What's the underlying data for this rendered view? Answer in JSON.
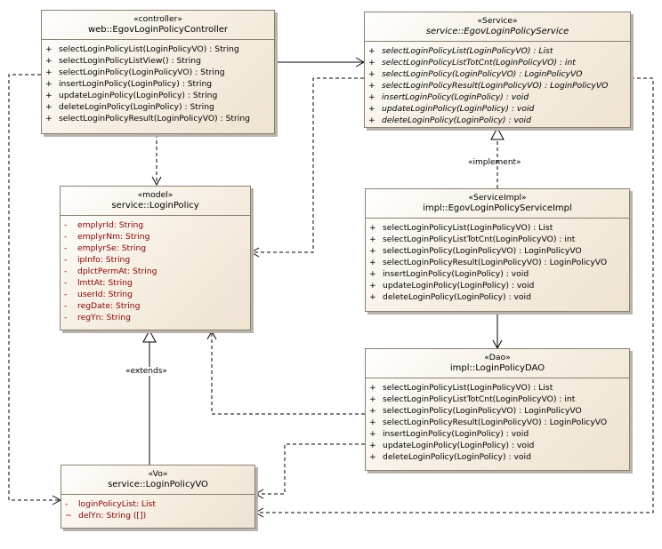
{
  "controller": {
    "stereotype": "«controller»",
    "name": "web::EgovLoginPolicyController",
    "operations": [
      {
        "vis": "+",
        "text": "selectLoginPolicyList(LoginPolicyVO) : String"
      },
      {
        "vis": "+",
        "text": "selectLoginPolicyListView() : String"
      },
      {
        "vis": "+",
        "text": "selectLoginPolicy(LoginPolicyVO) : String"
      },
      {
        "vis": "+",
        "text": "insertLoginPolicy(LoginPolicy) : String"
      },
      {
        "vis": "+",
        "text": "updateLoginPolicy(LoginPolicy) : String"
      },
      {
        "vis": "+",
        "text": "deleteLoginPolicy(LoginPolicy) : String"
      },
      {
        "vis": "+",
        "text": "selectLoginPolicyResult(LoginPolicyVO) : String"
      }
    ]
  },
  "service": {
    "stereotype": "«Service»",
    "name": "service::EgovLoginPolicyService",
    "operations": [
      {
        "vis": "+",
        "text": "selectLoginPolicyList(LoginPolicyVO) : List"
      },
      {
        "vis": "+",
        "text": "selectLoginPolicyListTotCnt(LoginPolicyVO) : int"
      },
      {
        "vis": "+",
        "text": "selectLoginPolicy(LoginPolicyVO) : LoginPolicyVO"
      },
      {
        "vis": "+",
        "text": "selectLoginPolicyResult(LoginPolicyVO) : LoginPolicyVO"
      },
      {
        "vis": "+",
        "text": "insertLoginPolicy(LoginPolicy) : void"
      },
      {
        "vis": "+",
        "text": "updateLoginPolicy(LoginPolicy) : void"
      },
      {
        "vis": "+",
        "text": "deleteLoginPolicy(LoginPolicy) : void"
      }
    ]
  },
  "model": {
    "stereotype": "«model»",
    "name": "service::LoginPolicy",
    "attributes": [
      {
        "vis": "-",
        "text": "emplyrId:  String"
      },
      {
        "vis": "-",
        "text": "emplyrNm:  String"
      },
      {
        "vis": "-",
        "text": "emplyrSe:  String"
      },
      {
        "vis": "-",
        "text": "ipInfo:  String"
      },
      {
        "vis": "-",
        "text": "dplctPermAt:  String"
      },
      {
        "vis": "-",
        "text": "lmttAt:  String"
      },
      {
        "vis": "-",
        "text": "userId:  String"
      },
      {
        "vis": "-",
        "text": "regDate:  String"
      },
      {
        "vis": "-",
        "text": "regYn:  String"
      }
    ]
  },
  "impl": {
    "stereotype": "«ServiceImpl»",
    "name": "impl::EgovLoginPolicyServiceImpl",
    "operations": [
      {
        "vis": "+",
        "text": "selectLoginPolicyList(LoginPolicyVO) : List"
      },
      {
        "vis": "+",
        "text": "selectLoginPolicyListTotCnt(LoginPolicyVO) : int"
      },
      {
        "vis": "+",
        "text": "selectLoginPolicy(LoginPolicyVO) : LoginPolicyVO"
      },
      {
        "vis": "+",
        "text": "selectLoginPolicyResult(LoginPolicyVO) : LoginPolicyVO"
      },
      {
        "vis": "+",
        "text": "insertLoginPolicy(LoginPolicy) : void"
      },
      {
        "vis": "+",
        "text": "updateLoginPolicy(LoginPolicy) : void"
      },
      {
        "vis": "+",
        "text": "deleteLoginPolicy(LoginPolicy) : void"
      }
    ]
  },
  "dao": {
    "stereotype": "«Dao»",
    "name": "impl::LoginPolicyDAO",
    "operations": [
      {
        "vis": "+",
        "text": "selectLoginPolicyList(LoginPolicyVO) : List"
      },
      {
        "vis": "+",
        "text": "selectLoginPolicyListTotCnt(LoginPolicyVO) : int"
      },
      {
        "vis": "+",
        "text": "selectLoginPolicy(LoginPolicyVO) : LoginPolicyVO"
      },
      {
        "vis": "+",
        "text": "selectLoginPolicyResult(LoginPolicyVO) : LoginPolicyVO"
      },
      {
        "vis": "+",
        "text": "insertLoginPolicy(LoginPolicy) : void"
      },
      {
        "vis": "+",
        "text": "updateLoginPolicy(LoginPolicy) : void"
      },
      {
        "vis": "+",
        "text": "deleteLoginPolicy(LoginPolicy) : void"
      }
    ]
  },
  "vo": {
    "stereotype": "«Vo»",
    "name": "service::LoginPolicyVO",
    "attributes": [
      {
        "vis": "-",
        "text": "loginPolicyList:  List"
      },
      {
        "vis": "~",
        "text": "delYn:  String ([])"
      }
    ]
  },
  "labels": {
    "implement": "«implement»",
    "extends": "«extends»"
  }
}
